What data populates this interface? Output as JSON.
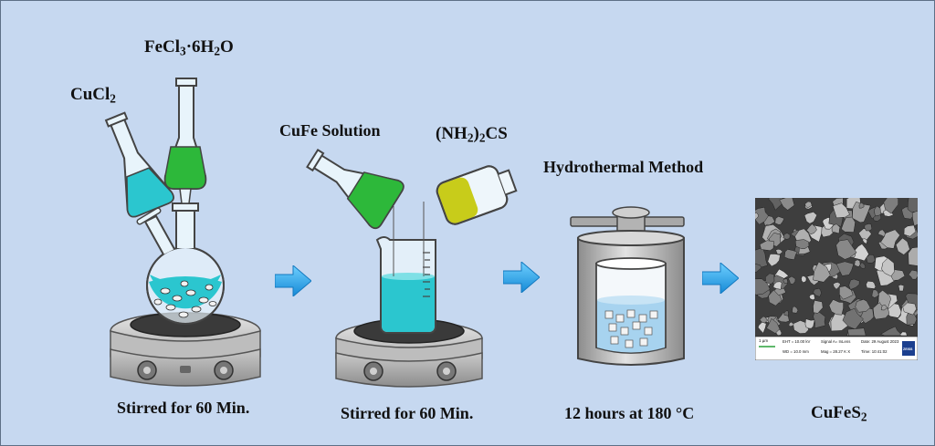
{
  "labels": {
    "cucl2": {
      "base": "CuCl",
      "sub": "2"
    },
    "fecl3": {
      "base": "FeCl",
      "sub1": "3",
      "mid": "·6H",
      "sub2": "2",
      "tail": "O"
    },
    "cufe_solution": "CuFe Solution",
    "thiourea": {
      "pre": "(NH",
      "sub": "2",
      "post": ")",
      "sub2": "2",
      "tail": "CS"
    },
    "hydrothermal": "Hydrothermal Method",
    "step1": "Stirred for 60 Min.",
    "step2": "Stirred for 60 Min.",
    "step3": "12 hours at 180 °C",
    "product": {
      "base": "CuFeS",
      "sub": "2"
    }
  },
  "sem_info": {
    "scale": "1 µm",
    "eht": "EHT = 10.00 kV",
    "wd": "WD = 10.0 mm",
    "signal": "Signal A= InLens",
    "mag": "Mag = 28.27 K X",
    "date": "Date: 29 August 2023",
    "time": "Time: 10:41:02",
    "brand": "ZEISS"
  },
  "colors": {
    "background": "#c6d8f0",
    "cyan_solution": "#2bc6cf",
    "green_solution": "#2db83a",
    "yellow_solution": "#c8cc1a",
    "arrow": "#22a4e6",
    "hotplate": "#9a9a9a"
  }
}
